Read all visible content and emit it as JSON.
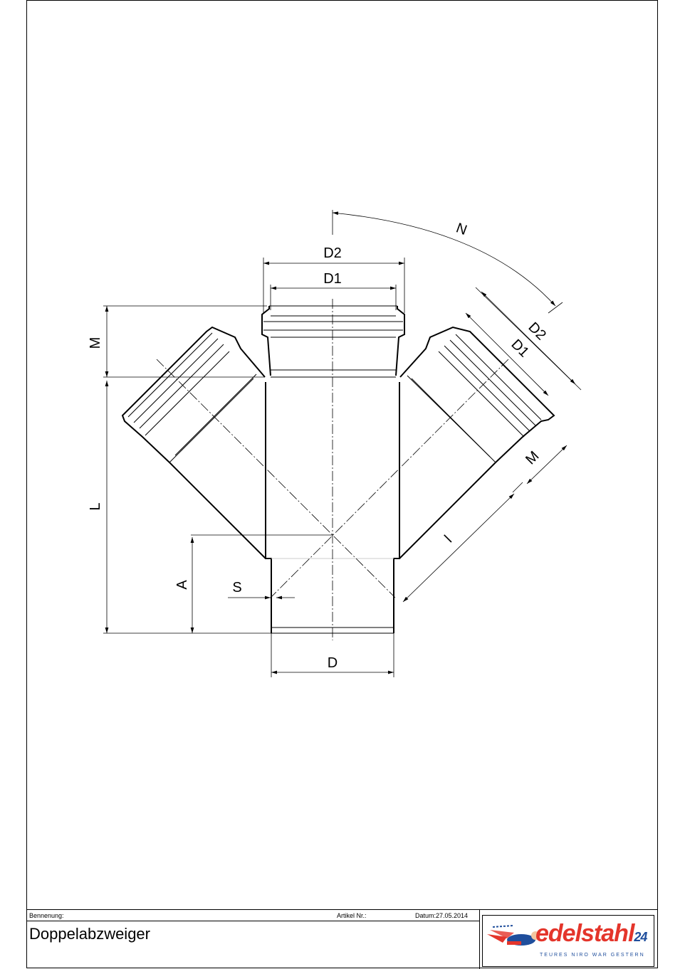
{
  "drawing": {
    "labels": {
      "D2_top": "D2",
      "D1_top": "D1",
      "N": "N",
      "M_left": "M",
      "L": "L",
      "A": "A",
      "S": "S",
      "D": "D",
      "D2_right": "D2",
      "D1_right": "D1",
      "M_right": "M",
      "l_right": "l"
    }
  },
  "titleblock": {
    "bennenung_label": "Bennenung:",
    "artikel_label": "Artikel Nr.:",
    "datum_label": "Datum:27.05.2014",
    "title": "Doppelabzweiger"
  },
  "logo": {
    "brand": "edelstahl",
    "brand_num": "24",
    "slogan": "TEURES NIRO WAR GESTERN",
    "colors": {
      "red": "#e4352b",
      "blue": "#1f4e9c"
    }
  }
}
